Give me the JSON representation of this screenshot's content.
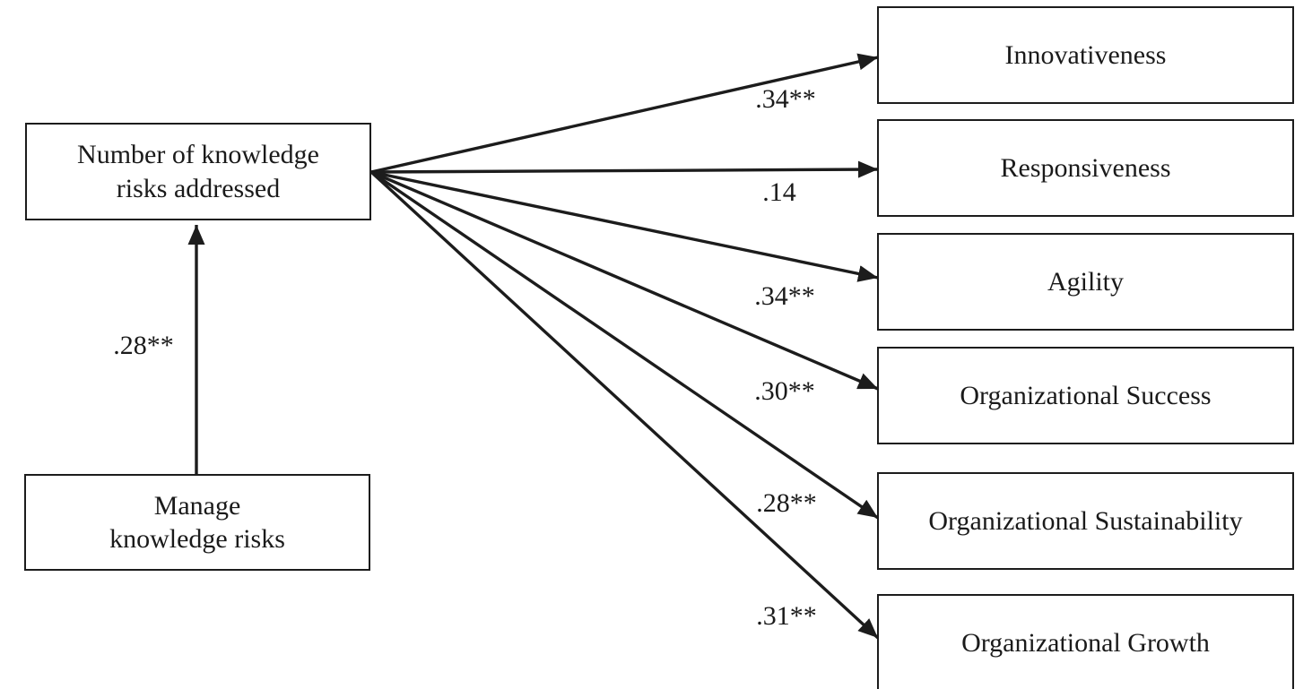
{
  "diagram": {
    "mediator": {
      "label": "Number of knowledge\nrisks addressed"
    },
    "source": {
      "label": "Manage\nknowledge risks"
    },
    "manage_path": {
      "coefficient": ".28**"
    },
    "outcomes": [
      {
        "label": "Innovativeness",
        "coefficient": ".34**"
      },
      {
        "label": "Responsiveness",
        "coefficient": ".14"
      },
      {
        "label": "Agility",
        "coefficient": ".34**"
      },
      {
        "label": "Organizational Success",
        "coefficient": ".30**"
      },
      {
        "label": "Organizational Sustainability",
        "coefficient": ".28**"
      },
      {
        "label": "Organizational Growth",
        "coefficient": ".31**"
      }
    ],
    "colors": {
      "line": "#1c1c1c",
      "text": "#1a1a1a",
      "box_background": "#ffffff"
    }
  }
}
